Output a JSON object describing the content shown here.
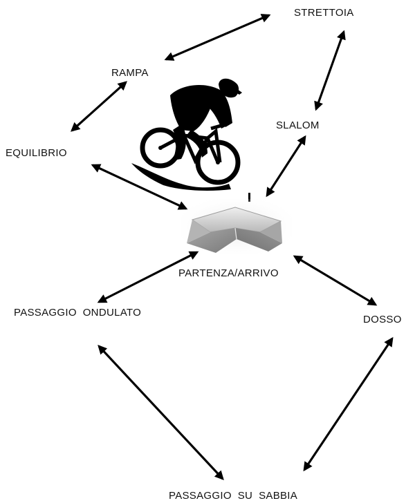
{
  "diagram": {
    "stations": {
      "strettoia": "STRETTOIA",
      "rampa": "RAMPA",
      "slalom": "SLALOM",
      "equilibrio": "EQUILIBRIO",
      "partenza_arrivo": "PARTENZA/ARRIVO",
      "passaggio_ondulato": "PASSAGGIO  ONDULATO",
      "dosso": "DOSSO",
      "passaggio_sabbia": "PASSAGGIO  SU  SABBIA"
    },
    "connections": [
      {
        "from": "rampa",
        "to": "strettoia"
      },
      {
        "from": "strettoia",
        "to": "slalom"
      },
      {
        "from": "slalom",
        "to": "partenza_arrivo"
      },
      {
        "from": "equilibrio",
        "to": "rampa"
      },
      {
        "from": "equilibrio",
        "to": "partenza_arrivo"
      },
      {
        "from": "partenza_arrivo",
        "to": "passaggio_ondulato"
      },
      {
        "from": "partenza_arrivo",
        "to": "dosso"
      },
      {
        "from": "passaggio_ondulato",
        "to": "passaggio_sabbia"
      },
      {
        "from": "dosso",
        "to": "passaggio_sabbia"
      }
    ],
    "illustrations": [
      "cyclist-silhouette-icon",
      "start-ramp-icon"
    ],
    "colors": {
      "arrow": "#000000",
      "text": "#111111",
      "ramp_light": "#d8d8d8",
      "ramp_dark": "#8a8a8a"
    }
  }
}
